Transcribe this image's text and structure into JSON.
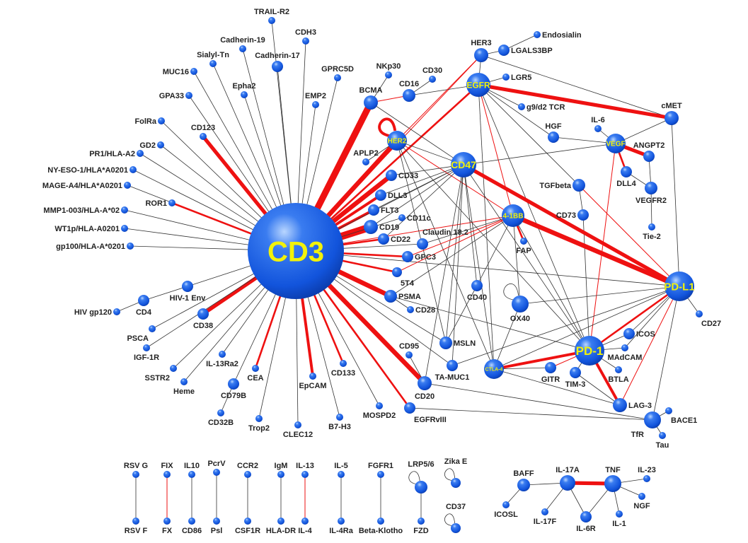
{
  "colors": {
    "node": "#1e63e6",
    "highlight": "#a9cbff",
    "edge_red": "#ee1111",
    "edge_black": "#333333",
    "hub_label": "#f2f20a"
  },
  "nodes": [
    {
      "id": "CD3",
      "hub": true
    },
    {
      "id": "TRAIL-R2"
    },
    {
      "id": "CDH3"
    },
    {
      "id": "Cadherin-19"
    },
    {
      "id": "Cadherin-17"
    },
    {
      "id": "Sialyl-Tn"
    },
    {
      "id": "MUC16"
    },
    {
      "id": "Epha2"
    },
    {
      "id": "GPRC5D"
    },
    {
      "id": "EMP2"
    },
    {
      "id": "GPA33"
    },
    {
      "id": "FolRa"
    },
    {
      "id": "CD123"
    },
    {
      "id": "GD2"
    },
    {
      "id": "PR1/HLA-A2"
    },
    {
      "id": "NY-ESO-1/HLA*A0201"
    },
    {
      "id": "MAGE-A4/HLA*A0201"
    },
    {
      "id": "ROR1"
    },
    {
      "id": "MMP1-003/HLA-A*02"
    },
    {
      "id": "WT1p/HLA-A0201"
    },
    {
      "id": "gp100/HLA-A*0201"
    },
    {
      "id": "HIV-1 Env"
    },
    {
      "id": "CD4"
    },
    {
      "id": "HIV gp120"
    },
    {
      "id": "CD38"
    },
    {
      "id": "PSCA"
    },
    {
      "id": "IGF-1R"
    },
    {
      "id": "SSTR2"
    },
    {
      "id": "Heme"
    },
    {
      "id": "IL-13Ra2"
    },
    {
      "id": "CD79B"
    },
    {
      "id": "CEA"
    },
    {
      "id": "CD32B"
    },
    {
      "id": "Trop2"
    },
    {
      "id": "CLEC12"
    },
    {
      "id": "EpCAM"
    },
    {
      "id": "CD133"
    },
    {
      "id": "B7-H3"
    },
    {
      "id": "MOSPD2"
    },
    {
      "id": "EGFRvIII"
    },
    {
      "id": "CD20"
    },
    {
      "id": "CD95"
    },
    {
      "id": "TA-MUC1"
    },
    {
      "id": "MSLN"
    },
    {
      "id": "PSMA"
    },
    {
      "id": "CD28"
    },
    {
      "id": "5T4"
    },
    {
      "id": "GPC3"
    },
    {
      "id": "CD22"
    },
    {
      "id": "Claudin 18.2"
    },
    {
      "id": "CD19"
    },
    {
      "id": "CD11c"
    },
    {
      "id": "FLT3"
    },
    {
      "id": "DLL3"
    },
    {
      "id": "CD33"
    },
    {
      "id": "APLP2"
    },
    {
      "id": "HER2",
      "hub": true
    },
    {
      "id": "BCMA"
    },
    {
      "id": "NKp30"
    },
    {
      "id": "CD16"
    },
    {
      "id": "CD30"
    },
    {
      "id": "HER3"
    },
    {
      "id": "LGALS3BP"
    },
    {
      "id": "Endosialin"
    },
    {
      "id": "EGFR",
      "hub": true
    },
    {
      "id": "LGR5"
    },
    {
      "id": "g9/d2 TCR"
    },
    {
      "id": "HGF"
    },
    {
      "id": "IL-6"
    },
    {
      "id": "cMET"
    },
    {
      "id": "VEGF",
      "hub": true
    },
    {
      "id": "ANGPT2"
    },
    {
      "id": "DLL4"
    },
    {
      "id": "VEGFR2"
    },
    {
      "id": "Tie-2"
    },
    {
      "id": "TGFbeta"
    },
    {
      "id": "CD47",
      "hub": true
    },
    {
      "id": "CD73"
    },
    {
      "id": "4-1BB",
      "hub": true
    },
    {
      "id": "FAP"
    },
    {
      "id": "CD40"
    },
    {
      "id": "OX40"
    },
    {
      "id": "PD-L1",
      "hub": true
    },
    {
      "id": "CD27"
    },
    {
      "id": "ICOS"
    },
    {
      "id": "PD-1",
      "hub": true
    },
    {
      "id": "MAdCAM"
    },
    {
      "id": "CTLA-4",
      "hub": true
    },
    {
      "id": "GITR"
    },
    {
      "id": "TIM-3"
    },
    {
      "id": "BTLA"
    },
    {
      "id": "LAG-3"
    },
    {
      "id": "TfR"
    },
    {
      "id": "BACE1"
    },
    {
      "id": "Tau"
    },
    {
      "id": "RSV G"
    },
    {
      "id": "RSV F"
    },
    {
      "id": "FIX"
    },
    {
      "id": "FX"
    },
    {
      "id": "IL10"
    },
    {
      "id": "CD86"
    },
    {
      "id": "PcrV"
    },
    {
      "id": "Psl"
    },
    {
      "id": "CCR2"
    },
    {
      "id": "CSF1R"
    },
    {
      "id": "IgM"
    },
    {
      "id": "HLA-DR"
    },
    {
      "id": "IL-13"
    },
    {
      "id": "IL-4"
    },
    {
      "id": "IL-5"
    },
    {
      "id": "IL-4Ra"
    },
    {
      "id": "FGFR1"
    },
    {
      "id": "Beta-Klotho"
    },
    {
      "id": "LRP5/6"
    },
    {
      "id": "FZD"
    },
    {
      "id": "Zika E"
    },
    {
      "id": "CD37"
    },
    {
      "id": "BAFF"
    },
    {
      "id": "ICOSL"
    },
    {
      "id": "IL-17A"
    },
    {
      "id": "IL-17F"
    },
    {
      "id": "IL-6R"
    },
    {
      "id": "TNF"
    },
    {
      "id": "IL-23"
    },
    {
      "id": "NGF"
    },
    {
      "id": "IL-1"
    }
  ],
  "edges": [
    [
      "CD3",
      "TRAIL-R2",
      "b",
      1
    ],
    [
      "CD3",
      "CDH3",
      "b",
      1
    ],
    [
      "CD3",
      "Cadherin-19",
      "b",
      1
    ],
    [
      "CD3",
      "Cadherin-17",
      "b",
      1
    ],
    [
      "CD3",
      "Sialyl-Tn",
      "b",
      1
    ],
    [
      "CD3",
      "MUC16",
      "b",
      1
    ],
    [
      "CD3",
      "Epha2",
      "b",
      1
    ],
    [
      "CD3",
      "GPRC5D",
      "b",
      1
    ],
    [
      "CD3",
      "EMP2",
      "b",
      1
    ],
    [
      "CD3",
      "GPA33",
      "b",
      1
    ],
    [
      "CD3",
      "FolRa",
      "b",
      1
    ],
    [
      "CD3",
      "CD123",
      "r",
      4
    ],
    [
      "CD3",
      "GD2",
      "b",
      1
    ],
    [
      "CD3",
      "PR1/HLA-A2",
      "b",
      1
    ],
    [
      "CD3",
      "NY-ESO-1/HLA*A0201",
      "b",
      1
    ],
    [
      "CD3",
      "MAGE-A4/HLA*A0201",
      "b",
      1
    ],
    [
      "CD3",
      "ROR1",
      "r",
      2
    ],
    [
      "CD3",
      "MMP1-003/HLA-A*02",
      "b",
      1
    ],
    [
      "CD3",
      "WT1p/HLA-A0201",
      "b",
      1
    ],
    [
      "CD3",
      "gp100/HLA-A*0201",
      "b",
      1
    ],
    [
      "CD3",
      "HIV-1 Env",
      "b",
      1
    ],
    [
      "HIV-1 Env",
      "CD4",
      "b",
      1
    ],
    [
      "CD4",
      "HIV gp120",
      "b",
      1
    ],
    [
      "CD3",
      "CD38",
      "r",
      4
    ],
    [
      "CD3",
      "PSCA",
      "b",
      1
    ],
    [
      "CD3",
      "IGF-1R",
      "b",
      1
    ],
    [
      "CD3",
      "SSTR2",
      "b",
      1
    ],
    [
      "CD3",
      "Heme",
      "b",
      1
    ],
    [
      "CD3",
      "IL-13Ra2",
      "b",
      1
    ],
    [
      "CD3",
      "CD79B",
      "b",
      1
    ],
    [
      "CD79B",
      "CD32B",
      "b",
      1
    ],
    [
      "CD3",
      "CEA",
      "r",
      2
    ],
    [
      "CD3",
      "Trop2",
      "b",
      1
    ],
    [
      "CD3",
      "CLEC12",
      "b",
      1
    ],
    [
      "CD3",
      "EpCAM",
      "r",
      3
    ],
    [
      "CD3",
      "CD133",
      "r",
      2
    ],
    [
      "CD3",
      "B7-H3",
      "b",
      1
    ],
    [
      "CD3",
      "MOSPD2",
      "b",
      1
    ],
    [
      "CD3",
      "EGFRvIII",
      "r",
      2
    ],
    [
      "CD3",
      "CD20",
      "r",
      5
    ],
    [
      "CD3",
      "TA-MUC1",
      "b",
      1
    ],
    [
      "CD3",
      "MSLN",
      "b",
      1
    ],
    [
      "CD3",
      "PSMA",
      "r",
      5
    ],
    [
      "CD3",
      "5T4",
      "r",
      2
    ],
    [
      "CD3",
      "GPC3",
      "r",
      2
    ],
    [
      "CD3",
      "CD22",
      "r",
      2
    ],
    [
      "CD3",
      "Claudin 18.2",
      "b",
      1
    ],
    [
      "CD3",
      "CD19",
      "r",
      8
    ],
    [
      "CD3",
      "CD11c",
      "b",
      1
    ],
    [
      "CD3",
      "FLT3",
      "r",
      3
    ],
    [
      "CD3",
      "DLL3",
      "r",
      3
    ],
    [
      "CD3",
      "CD33",
      "r",
      5
    ],
    [
      "CD3",
      "HER2",
      "r",
      5
    ],
    [
      "CD3",
      "BCMA",
      "r",
      7
    ],
    [
      "CD3",
      "EGFR",
      "r",
      2
    ],
    [
      "CD3",
      "HER3",
      "r",
      1
    ],
    [
      "CD3",
      "PD-L1",
      "b",
      1
    ],
    [
      "CD3",
      "CD47",
      "b",
      1
    ],
    [
      "CD3",
      "4-1BB",
      "r",
      1
    ],
    [
      "BCMA",
      "NKp30",
      "b",
      1
    ],
    [
      "BCMA",
      "CD16",
      "r",
      1
    ],
    [
      "CD16",
      "CD30",
      "b",
      1
    ],
    [
      "CD16",
      "EGFR",
      "b",
      1
    ],
    [
      "BCMA",
      "CD47",
      "b",
      1
    ],
    [
      "HER2",
      "HER2",
      "r",
      3
    ],
    [
      "HER2",
      "APLP2",
      "b",
      1
    ],
    [
      "HER2",
      "HER3",
      "r",
      1
    ],
    [
      "HER2",
      "CD47",
      "b",
      1
    ],
    [
      "HER2",
      "4-1BB",
      "r",
      1
    ],
    [
      "HER2",
      "CTLA-4",
      "b",
      1
    ],
    [
      "HER2",
      "PD-1",
      "b",
      1
    ],
    [
      "HER2",
      "MSLN",
      "b",
      1
    ],
    [
      "HER3",
      "EGFR",
      "b",
      1
    ],
    [
      "HER3",
      "LGALS3BP",
      "b",
      1
    ],
    [
      "LGALS3BP",
      "Endosialin",
      "b",
      1
    ],
    [
      "HER3",
      "cMET",
      "b",
      1
    ],
    [
      "EGFR",
      "LGR5",
      "b",
      1
    ],
    [
      "EGFR",
      "cMET",
      "r",
      4
    ],
    [
      "EGFR",
      "g9/d2 TCR",
      "b",
      1
    ],
    [
      "EGFR",
      "HGF",
      "b",
      1
    ],
    [
      "EGFR",
      "TGFbeta",
      "b",
      1
    ],
    [
      "EGFR",
      "4-1BB",
      "r",
      1
    ],
    [
      "EGFR",
      "CTLA-4",
      "b",
      1
    ],
    [
      "EGFR",
      "PD-1",
      "b",
      1
    ],
    [
      "HGF",
      "VEGF",
      "b",
      1
    ],
    [
      "IL-6",
      "VEGF",
      "b",
      1
    ],
    [
      "cMET",
      "VEGF",
      "b",
      1
    ],
    [
      "cMET",
      "PD-L1",
      "b",
      1
    ],
    [
      "VEGF",
      "CD47",
      "b",
      1
    ],
    [
      "VEGF",
      "ANGPT2",
      "r",
      4
    ],
    [
      "VEGF",
      "DLL4",
      "r",
      2
    ],
    [
      "DLL4",
      "VEGFR2",
      "b",
      1
    ],
    [
      "ANGPT2",
      "VEGFR2",
      "b",
      1
    ],
    [
      "VEGFR2",
      "Tie-2",
      "b",
      1
    ],
    [
      "VEGF",
      "PD-1",
      "r",
      1
    ],
    [
      "TGFbeta",
      "CD73",
      "b",
      1
    ],
    [
      "TGFbeta",
      "PD-L1",
      "r",
      1
    ],
    [
      "CD73",
      "PD-1",
      "b",
      1
    ],
    [
      "CD47",
      "PD-L1",
      "r",
      4
    ],
    [
      "CD47",
      "CD33",
      "b",
      1
    ],
    [
      "CD47",
      "DLL3",
      "b",
      1
    ],
    [
      "CD47",
      "FLT3",
      "b",
      1
    ],
    [
      "CD47",
      "CD19",
      "b",
      1
    ],
    [
      "CD47",
      "CD22",
      "b",
      1
    ],
    [
      "CD47",
      "CD40",
      "b",
      1
    ],
    [
      "CD47",
      "MSLN",
      "b",
      1
    ],
    [
      "CD47",
      "CTLA-4",
      "b",
      1
    ],
    [
      "CD47",
      "TA-MUC1",
      "b",
      1
    ],
    [
      "CD47",
      "CD20",
      "b",
      1
    ],
    [
      "CD47",
      "PD-1",
      "b",
      1
    ],
    [
      "4-1BB",
      "PD-L1",
      "r",
      5
    ],
    [
      "4-1BB",
      "FAP",
      "r",
      2
    ],
    [
      "4-1BB",
      "OX40",
      "b",
      1
    ],
    [
      "4-1BB",
      "CD40",
      "b",
      1
    ],
    [
      "4-1BB",
      "GPC3",
      "r",
      1
    ],
    [
      "4-1BB",
      "Claudin 18.2",
      "b",
      1
    ],
    [
      "4-1BB",
      "PSMA",
      "b",
      1
    ],
    [
      "4-1BB",
      "PD-1",
      "b",
      1
    ],
    [
      "4-1BB",
      "5T4",
      "r",
      1
    ],
    [
      "OX40",
      "OX40",
      "b",
      1
    ],
    [
      "OX40",
      "PD-L1",
      "b",
      1
    ],
    [
      "OX40",
      "CTLA-4",
      "b",
      1
    ],
    [
      "MSLN",
      "CD40",
      "b",
      1
    ],
    [
      "PSMA",
      "CD28",
      "b",
      1
    ],
    [
      "PSMA",
      "PD-1",
      "b",
      1
    ],
    [
      "CD95",
      "CD20",
      "b",
      1
    ],
    [
      "PD-L1",
      "PD-1",
      "r",
      2
    ],
    [
      "PD-L1",
      "CTLA-4",
      "b",
      1
    ],
    [
      "PD-L1",
      "ICOS",
      "b",
      1
    ],
    [
      "PD-L1",
      "LAG-3",
      "r",
      1
    ],
    [
      "PD-L1",
      "TfR",
      "b",
      1
    ],
    [
      "PD-L1",
      "CD27",
      "b",
      1
    ],
    [
      "PD-L1",
      "TA-MUC1",
      "b",
      1
    ],
    [
      "PD-L1",
      "MAdCAM",
      "b",
      1
    ],
    [
      "PD-1",
      "CTLA-4",
      "r",
      3
    ],
    [
      "PD-1",
      "GITR",
      "r",
      1
    ],
    [
      "PD-1",
      "ICOS",
      "b",
      1
    ],
    [
      "PD-1",
      "MAdCAM",
      "b",
      1
    ],
    [
      "PD-1",
      "TIM-3",
      "b",
      1
    ],
    [
      "PD-1",
      "BTLA",
      "b",
      1
    ],
    [
      "PD-1",
      "LAG-3",
      "r",
      3
    ],
    [
      "CTLA-4",
      "GITR",
      "b",
      1
    ],
    [
      "CTLA-4",
      "LAG-3",
      "b",
      1
    ],
    [
      "TIM-3",
      "LAG-3",
      "b",
      1
    ],
    [
      "CD20",
      "TfR",
      "b",
      1
    ],
    [
      "EGFRvIII",
      "TfR",
      "b",
      1
    ],
    [
      "TfR",
      "BACE1",
      "b",
      1
    ],
    [
      "TfR",
      "Tau",
      "b",
      1
    ],
    [
      "RSV G",
      "RSV F",
      "b",
      1
    ],
    [
      "FIX",
      "FX",
      "r",
      1
    ],
    [
      "IL10",
      "CD86",
      "b",
      1
    ],
    [
      "PcrV",
      "Psl",
      "b",
      1
    ],
    [
      "CCR2",
      "CSF1R",
      "b",
      1
    ],
    [
      "IgM",
      "HLA-DR",
      "b",
      1
    ],
    [
      "IL-13",
      "IL-4",
      "r",
      1
    ],
    [
      "IL-5",
      "IL-4Ra",
      "b",
      1
    ],
    [
      "FGFR1",
      "Beta-Klotho",
      "b",
      1
    ],
    [
      "LRP5/6",
      "FZD",
      "b",
      1
    ],
    [
      "LRP5/6",
      "LRP5/6",
      "b",
      1
    ],
    [
      "Zika E",
      "Zika E",
      "b",
      1
    ],
    [
      "CD37",
      "CD37",
      "b",
      1
    ],
    [
      "BAFF",
      "ICOSL",
      "b",
      1
    ],
    [
      "BAFF",
      "IL-17A",
      "b",
      1
    ],
    [
      "IL-17A",
      "TNF",
      "r",
      4
    ],
    [
      "IL-17A",
      "IL-17F",
      "b",
      1
    ],
    [
      "IL-17A",
      "IL-6R",
      "b",
      1
    ],
    [
      "TNF",
      "IL-6R",
      "b",
      1
    ],
    [
      "TNF",
      "IL-23",
      "b",
      1
    ],
    [
      "TNF",
      "NGF",
      "b",
      1
    ],
    [
      "TNF",
      "IL-1",
      "b",
      1
    ]
  ]
}
